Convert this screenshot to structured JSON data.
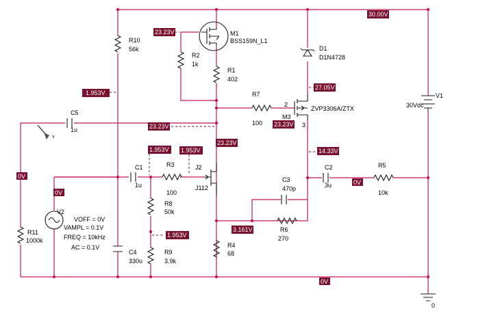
{
  "components": {
    "r10": {
      "name": "R10",
      "value": "56k"
    },
    "m1": {
      "name": "M1",
      "value": "BSS159N_L1"
    },
    "r2": {
      "name": "R2",
      "value": "1k"
    },
    "r1": {
      "name": "R1",
      "value": "402"
    },
    "d1": {
      "name": "D1",
      "value": "D1N4728"
    },
    "r7": {
      "name": "R7",
      "value": "100"
    },
    "m3": {
      "name": "M3",
      "value": "ZVP3306A/ZTX",
      "pin2": "2",
      "pin3": "3"
    },
    "v1": {
      "name": "V1",
      "value": "30Vdc"
    },
    "c5": {
      "name": "C5",
      "value": "1u"
    },
    "c1": {
      "name": "C1",
      "value": "1u"
    },
    "r3": {
      "name": "R3",
      "value": "100"
    },
    "j2": {
      "name": "J2",
      "value": "J112"
    },
    "c2": {
      "name": "C2",
      "value": "3u"
    },
    "r5": {
      "name": "R5",
      "value": "10k"
    },
    "c3": {
      "name": "C3",
      "value": "470p"
    },
    "r8": {
      "name": "R8",
      "value": "50k"
    },
    "r6": {
      "name": "R6",
      "value": "270"
    },
    "r11": {
      "name": "R11",
      "value": "1000k"
    },
    "v2": {
      "name": "V2",
      "params": [
        "VOFF = 0V",
        "VAMPL = 0.1V",
        "FREQ = 10kHz",
        "AC = 0.1V"
      ]
    },
    "r4": {
      "name": "R4",
      "value": "68"
    },
    "c4": {
      "name": "C4",
      "value": "330u"
    },
    "r9": {
      "name": "R9",
      "value": "3.9k"
    },
    "ground": {
      "label": "0"
    }
  },
  "voltage_labels": {
    "supply": "30.00V",
    "m1_gate": "23.23V",
    "r10_tap": "1.953V",
    "m3_source": "27.05V",
    "node_23v": "23.23V",
    "m3_gate": "23.23V",
    "j2_drain": "23.23V",
    "r3_left": "1.953V",
    "r3_right": "1.953V",
    "m3_drain": "14.33V",
    "c2_out": "0V",
    "r11_top": "0V",
    "v2_top": "0V",
    "r8_mid": "1.953V",
    "j2_source": "3.161V",
    "ground_rail": "0V"
  },
  "colors": {
    "wire": "#c2185b",
    "label_bg": "#7a1030",
    "label_text": "#ffffff",
    "component": "#1a1a1a"
  }
}
